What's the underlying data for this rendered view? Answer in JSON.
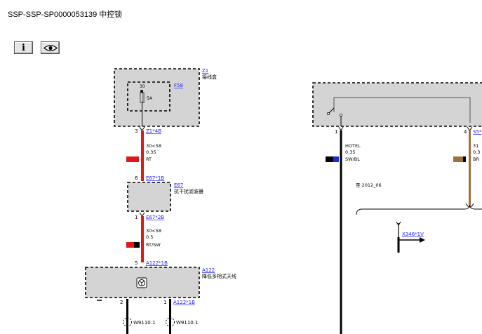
{
  "page_title": "SSP-SSP-SP0000053139 中控锁",
  "toolbar": {
    "info_label": "i"
  },
  "left": {
    "z1": {
      "id": "Z1",
      "name": "接线盒",
      "fuse": "F58",
      "terminal": "30",
      "rating": "5A"
    },
    "c1": {
      "pin": "3",
      "connector": "Z1*4B",
      "spec": "30<58",
      "size": "0.35",
      "color": "RT",
      "color_hex": "#e01818"
    },
    "e67": {
      "pin_in": "6",
      "conn_in": "E67*1B",
      "id": "E67",
      "name": "抗干扰滤波器",
      "pin_out": "1",
      "conn_out": "E67*2B"
    },
    "c2": {
      "spec": "30<58",
      "size": "0.5",
      "color": "RT/SW"
    },
    "a122": {
      "pin_in": "5",
      "conn_in": "A122*1B",
      "id": "A122",
      "name": "降低多相式天线",
      "pin_a": "2",
      "pin_b": "1",
      "conn_b": "A122*1B"
    },
    "grounds": [
      "W9110.1",
      "W9110.1"
    ]
  },
  "right": {
    "wire1": {
      "pin": "1",
      "name": "HOTEL",
      "size": "0.35",
      "color": "SW/BL"
    },
    "wire2": {
      "pin": "4",
      "connector": "S5*",
      "spec": "31",
      "size": "0.3",
      "color": "BR"
    },
    "note": "至 2012_06",
    "conn": "X346*1V"
  }
}
